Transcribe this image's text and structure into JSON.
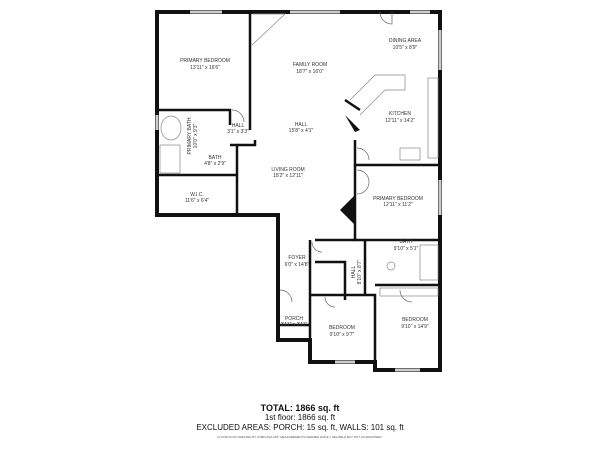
{
  "rooms": [
    {
      "name": "PRIMARY BEDROOM",
      "dims": "13'11\" x 16'6\""
    },
    {
      "name": "FAMILY ROOM",
      "dims": "18'7\" x 16'0\""
    },
    {
      "name": "DINING AREA",
      "dims": "10'5\" x 8'9\""
    },
    {
      "name": "KITCHEN",
      "dims": "12'11\" x 14'2\""
    },
    {
      "name": "HALL",
      "dims": "15'8\" x 4'1\""
    },
    {
      "name": "HALL",
      "dims": "3'1\" x 3'3\""
    },
    {
      "name": "PRIMARY BATH",
      "dims": "10'0\" x 9'3\""
    },
    {
      "name": "BATH",
      "dims": "4'8\" x 2'9\""
    },
    {
      "name": "W.I.C.",
      "dims": "11'6\" x 6'4\""
    },
    {
      "name": "LIVING ROOM",
      "dims": "18'2\" x 12'11\""
    },
    {
      "name": "PRIMARY BEDROOM",
      "dims": "12'11\" x 11'2\""
    },
    {
      "name": "BATH",
      "dims": "9'10\" x 5'1\""
    },
    {
      "name": "FOYER",
      "dims": "6'0\" x 14'8\""
    },
    {
      "name": "HALL",
      "dims": "8'10\" x 8'7\""
    },
    {
      "name": "PORCH",
      "dims": "3'11\" x 3'11\""
    },
    {
      "name": "BEDROOM",
      "dims": "9'10\" x 9'7\""
    },
    {
      "name": "BEDROOM",
      "dims": "9'10\" x 14'9\""
    }
  ],
  "summary": {
    "total": "TOTAL: 1866 sq. ft",
    "floor": "1st floor: 1866 sq. ft",
    "excluded": "EXCLUDED AREAS: PORCH: 15 sq. ft, WALLS: 101 sq. ft",
    "disclaimer": "FLOOR PLAN CREATED BY CUBICASA APP. MEASUREMENTS DEEMED HIGHLY RELIABLE BUT NOT GUARANTEED."
  }
}
